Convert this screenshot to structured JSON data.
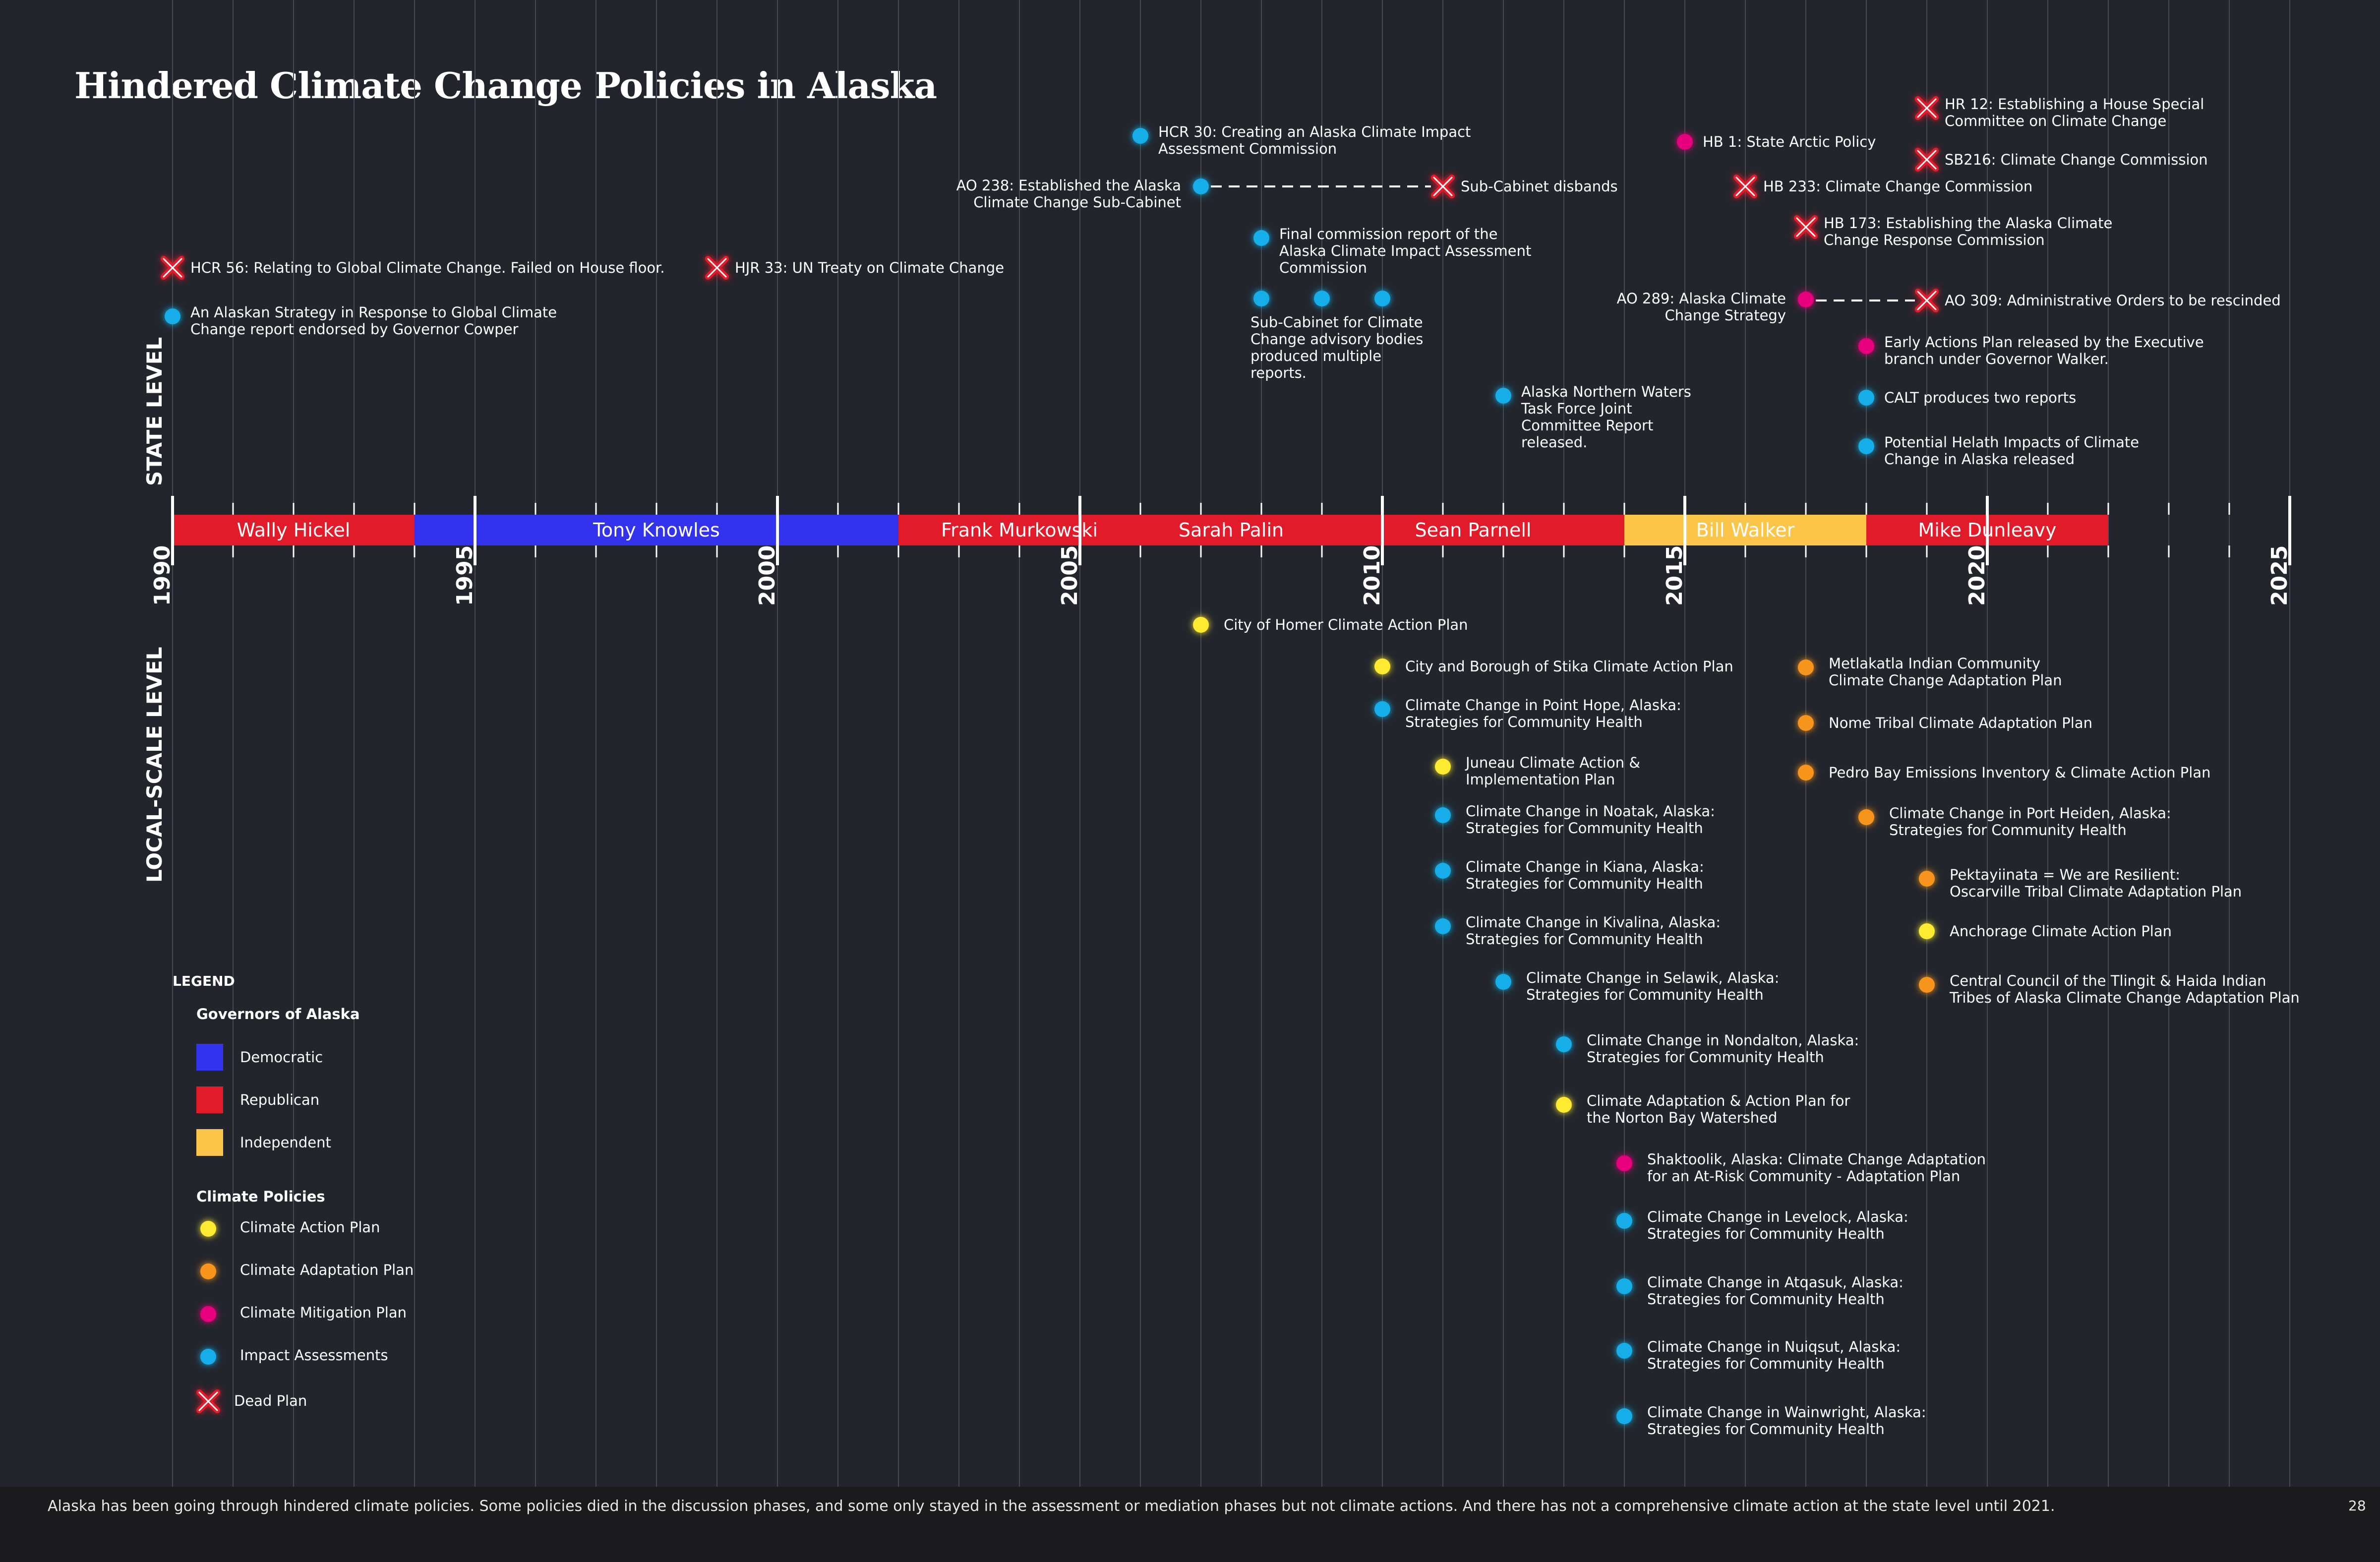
{
  "page": {
    "title": "Hindered Climate Change Policies in Alaska",
    "footer": "Alaska has been going through hindered climate policies. Some policies died in the discussion phases, and some only stayed in the assessment or mediation phases but not climate actions. And there has not a comprehensive climate action at the state level until 2021.",
    "page_number": "28"
  },
  "colors": {
    "background": "#22252c",
    "democratic": "#3333ee",
    "republican": "#e21b2a",
    "independent": "#fbc54a",
    "climate_action": "#ffea31",
    "climate_adaptation": "#f7941d",
    "climate_mitigation": "#e6007e",
    "impact_assessment": "#12aee8",
    "dead_plan": "#e21b2a"
  },
  "sections": {
    "state": "STATE LEVEL",
    "local": "LOCAL-SCALE LEVEL"
  },
  "chart_data": {
    "type": "timeline",
    "x_range": [
      1990,
      2025
    ],
    "ticks": [
      1990,
      1995,
      2000,
      2005,
      2010,
      2015,
      2020,
      2025
    ],
    "tick_labels": [
      "1990",
      "1995",
      "2000",
      "2005",
      "2010",
      "2015",
      "2020",
      "2025"
    ],
    "governors": [
      {
        "name": "Wally Hickel",
        "start": 1990,
        "end": 1994,
        "party": "republican"
      },
      {
        "name": "Tony Knowles",
        "start": 1994,
        "end": 2002,
        "party": "democratic"
      },
      {
        "name": "Frank Murkowski",
        "start": 2002,
        "end": 2006,
        "party": "republican"
      },
      {
        "name": "Sarah Palin",
        "start": 2006,
        "end": 2009,
        "party": "republican"
      },
      {
        "name": "Sean Parnell",
        "start": 2009,
        "end": 2014,
        "party": "republican"
      },
      {
        "name": "Bill Walker",
        "start": 2014,
        "end": 2018,
        "party": "independent"
      },
      {
        "name": "Mike Dunleavy",
        "start": 2018,
        "end": 2022,
        "party": "republican"
      }
    ],
    "state_events": [
      {
        "year": 1990,
        "kind": "dead",
        "lines": [
          "HCR 56: Relating to Global Climate Change. Failed on House floor."
        ]
      },
      {
        "year": 1990,
        "kind": "assessment",
        "lines": [
          "An Alaskan Strategy in Response to Global Climate",
          "Change report endorsed by Governor Cowper"
        ]
      },
      {
        "year": 1999,
        "kind": "dead",
        "lines": [
          "HJR 33: UN Treaty on Climate Change"
        ]
      },
      {
        "year": 2006,
        "kind": "assessment",
        "lines": [
          "HCR 30: Creating an Alaska Climate Impact",
          "Assessment Commission"
        ]
      },
      {
        "year": 2007,
        "kind": "assessment",
        "label_side": "left",
        "lines": [
          "AO 238: Established the Alaska",
          "Climate Change Sub-Cabinet"
        ]
      },
      {
        "year": 2011,
        "kind": "dead",
        "lines": [
          "Sub-Cabinet disbands"
        ]
      },
      {
        "year": 2008,
        "kind": "assessment",
        "lines": [
          "Final commission report of the",
          "Alaska Climate Impact Assessment",
          "Commission"
        ]
      },
      {
        "year": 2008,
        "kind": "assessment",
        "lines": [
          "Sub-Cabinet for Climate",
          "Change advisory bodies",
          "produced multiple",
          "reports."
        ]
      },
      {
        "year": 2009,
        "kind": "assessment",
        "lines": []
      },
      {
        "year": 2010,
        "kind": "assessment",
        "lines": []
      },
      {
        "year": 2012,
        "kind": "assessment",
        "lines": [
          "Alaska Northern Waters",
          "Task Force Joint",
          "Committee Report",
          "released."
        ]
      },
      {
        "year": 2015,
        "kind": "mitigation",
        "lines": [
          "HB 1: State Arctic Policy"
        ]
      },
      {
        "year": 2016,
        "kind": "dead",
        "lines": [
          "HB 233: Climate Change Commission"
        ]
      },
      {
        "year": 2017,
        "kind": "dead",
        "lines": [
          "HB 173: Establishing the Alaska Climate",
          "Change Response Commission"
        ]
      },
      {
        "year": 2017,
        "kind": "mitigation",
        "label_side": "left",
        "lines": [
          "AO 289: Alaska Climate",
          "Change Strategy"
        ]
      },
      {
        "year": 2019,
        "kind": "dead",
        "lines": [
          "AO 309: Administrative Orders to be rescinded"
        ]
      },
      {
        "year": 2019,
        "kind": "dead",
        "lines": [
          "HR 12: Establishing a House Special",
          "Committee on Climate Change"
        ]
      },
      {
        "year": 2019,
        "kind": "dead",
        "lines": [
          "SB216: Climate Change Commission"
        ]
      },
      {
        "year": 2018,
        "kind": "mitigation",
        "lines": [
          "Early Actions Plan released by the Executive",
          "branch under Governor Walker."
        ]
      },
      {
        "year": 2018,
        "kind": "assessment",
        "lines": [
          "CALT produces two reports"
        ]
      },
      {
        "year": 2018,
        "kind": "assessment",
        "lines": [
          "Potential Helath Impacts of Climate",
          "Change in Alaska released"
        ]
      }
    ],
    "links": [
      {
        "from_year": 2007,
        "to_year": 2011,
        "label": ""
      },
      {
        "from_year": 2017,
        "to_year": 2019,
        "label": ""
      }
    ],
    "local_events": [
      {
        "year": 2007,
        "kind": "action",
        "lines": [
          "City of Homer Climate Action Plan"
        ]
      },
      {
        "year": 2010,
        "kind": "action",
        "lines": [
          "City and Borough of Stika Climate Action Plan"
        ]
      },
      {
        "year": 2010,
        "kind": "assessment",
        "lines": [
          "Climate Change in Point Hope, Alaska:",
          "Strategies for Community Health"
        ]
      },
      {
        "year": 2011,
        "kind": "action",
        "lines": [
          "Juneau Climate Action &",
          "Implementation Plan"
        ]
      },
      {
        "year": 2011,
        "kind": "assessment",
        "lines": [
          "Climate Change in Noatak, Alaska:",
          "Strategies for Community Health"
        ]
      },
      {
        "year": 2011,
        "kind": "assessment",
        "lines": [
          "Climate Change in Kiana, Alaska:",
          "Strategies for Community Health"
        ]
      },
      {
        "year": 2011,
        "kind": "assessment",
        "lines": [
          "Climate Change in Kivalina, Alaska:",
          "Strategies for Community Health"
        ]
      },
      {
        "year": 2012,
        "kind": "assessment",
        "lines": [
          "Climate Change in Selawik, Alaska:",
          "Strategies for Community Health"
        ]
      },
      {
        "year": 2013,
        "kind": "assessment",
        "lines": [
          "Climate Change in Nondalton, Alaska:",
          "Strategies for Community Health"
        ]
      },
      {
        "year": 2013,
        "kind": "action",
        "lines": [
          "Climate Adaptation & Action Plan for",
          "the Norton Bay Watershed"
        ]
      },
      {
        "year": 2014,
        "kind": "mitigation",
        "lines": [
          "Shaktoolik, Alaska: Climate Change Adaptation",
          "for an At-Risk Community - Adaptation Plan"
        ]
      },
      {
        "year": 2014,
        "kind": "assessment",
        "lines": [
          "Climate Change in Levelock, Alaska:",
          "Strategies for Community Health"
        ]
      },
      {
        "year": 2014,
        "kind": "assessment",
        "lines": [
          "Climate Change in Atqasuk, Alaska:",
          "Strategies for Community Health"
        ]
      },
      {
        "year": 2014,
        "kind": "assessment",
        "lines": [
          "Climate Change in Nuiqsut, Alaska:",
          "Strategies for Community Health"
        ]
      },
      {
        "year": 2014,
        "kind": "assessment",
        "lines": [
          "Climate Change in Wainwright, Alaska:",
          "Strategies for Community Health"
        ]
      },
      {
        "year": 2017,
        "kind": "adaptation",
        "lines": [
          "Metlakatla Indian Community",
          "Climate Change Adaptation Plan"
        ]
      },
      {
        "year": 2017,
        "kind": "adaptation",
        "lines": [
          "Nome Tribal Climate Adaptation Plan"
        ]
      },
      {
        "year": 2017,
        "kind": "adaptation",
        "lines": [
          "Pedro Bay Emissions Inventory & Climate Action Plan"
        ]
      },
      {
        "year": 2018,
        "kind": "adaptation",
        "lines": [
          "Climate Change in Port Heiden, Alaska:",
          "Strategies for Community Health"
        ]
      },
      {
        "year": 2019,
        "kind": "adaptation",
        "lines": [
          "Pektayiinata = We are Resilient:",
          "Oscarville Tribal Climate Adaptation Plan"
        ]
      },
      {
        "year": 2019,
        "kind": "action",
        "lines": [
          "Anchorage Climate Action Plan"
        ]
      },
      {
        "year": 2019,
        "kind": "adaptation",
        "lines": [
          "Central Council of the Tlingit & Haida Indian",
          "Tribes of Alaska Climate Change Adaptation Plan"
        ]
      }
    ]
  },
  "legend": {
    "title": "LEGEND",
    "governors_title": "Governors of Alaska",
    "democratic": "Democratic",
    "republican": "Republican",
    "independent": "Independent",
    "policies_title": "Climate Policies",
    "action": "Climate Action Plan",
    "adaptation": "Climate Adaptation Plan",
    "mitigation": "Climate Mitigation Plan",
    "assessment": "Impact Assessments",
    "dead": "Dead Plan"
  }
}
